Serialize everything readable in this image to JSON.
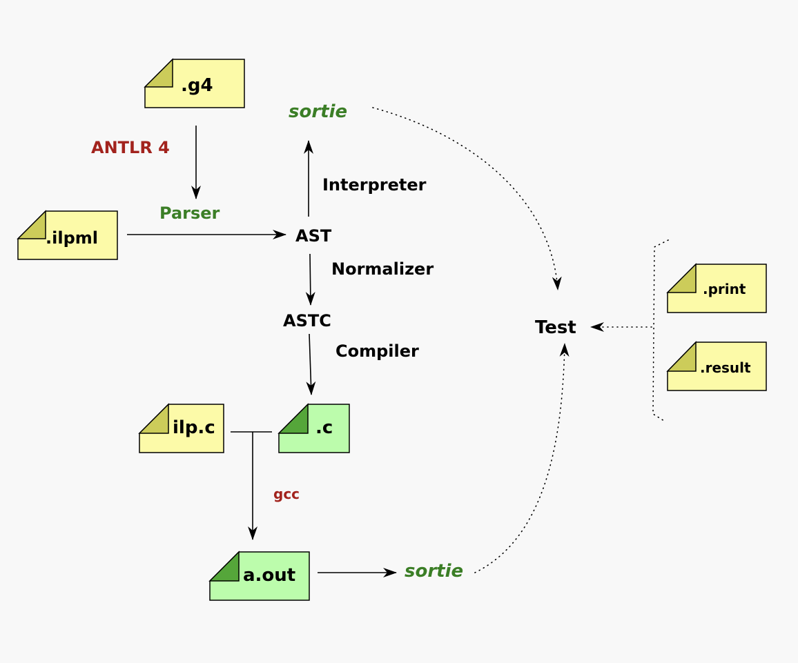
{
  "files": {
    "g4": ".g4",
    "ilpml": ".ilpml",
    "ilpc": "ilp.c",
    "c": ".c",
    "aout": "a.out",
    "print": ".print",
    "result": ".result"
  },
  "tools": {
    "antlr": "ANTLR 4",
    "parser": "Parser",
    "interpreter": "Interpreter",
    "normalizer": "Normalizer",
    "compiler": "Compiler",
    "gcc": "gcc"
  },
  "nodes": {
    "ast": "AST",
    "astc": "ASTC",
    "test": "Test",
    "sortie_top": "sortie",
    "sortie_bottom": "sortie"
  },
  "colors": {
    "background": "#f8f8f8",
    "yellow_file": "#fcfaa8",
    "yellow_fold": "#cccc5a",
    "green_file": "#bcfcac",
    "green_fold": "#55a63a",
    "tool_red": "#a2231d",
    "tool_green": "#3b7e26"
  }
}
